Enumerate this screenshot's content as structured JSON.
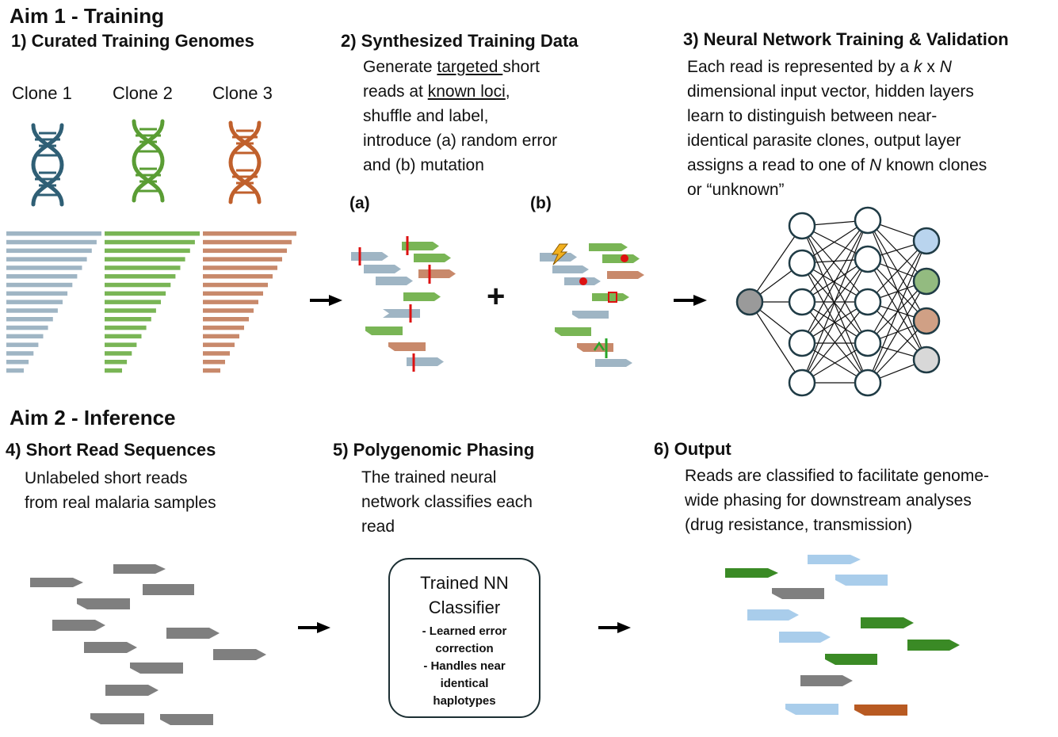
{
  "aim1": {
    "title": "Aim 1 - Training",
    "s1": {
      "title": "1) Curated Training Genomes",
      "clones": [
        "Clone 1",
        "Clone 2",
        "Clone 3"
      ]
    },
    "s2": {
      "title": "2) Synthesized Training Data",
      "line1_a": "Generate ",
      "line1_u": "targeted ",
      "line1_b": "short",
      "line2_a": "reads at ",
      "line2_u": "known loci",
      "line2_b": ",",
      "line3": "shuffle and label,",
      "line4": "introduce (a) random error",
      "line5": "and (b) mutation",
      "label_a": "(a)",
      "label_b": "(b)",
      "plus": "+"
    },
    "s3": {
      "title": "3) Neural Network Training & Validation",
      "line1_a": "Each read is represented by a ",
      "line1_k": "k",
      "line1_x": " x ",
      "line1_n": "N",
      "line2": "dimensional input vector, hidden layers",
      "line3": "learn to distinguish between near-",
      "line4": "identical parasite clones, output layer",
      "line5_a": "assigns a read to one of ",
      "line5_n": "N",
      "line5_b": " known clones",
      "line6": "or “unknown”"
    }
  },
  "aim2": {
    "title": "Aim 2 - Inference",
    "s4": {
      "title": "4) Short Read Sequences",
      "line1": "Unlabeled short reads",
      "line2": "from real malaria samples"
    },
    "s5": {
      "title": "5) Polygenomic Phasing",
      "line1": "The trained neural",
      "line2": "network classifies each",
      "line3": "read",
      "box_title1": "Trained NN",
      "box_title2": "Classifier",
      "box_b1": "- Learned error",
      "box_b2": "correction",
      "box_b3": "- Handles near",
      "box_b4": "identical",
      "box_b5": "haplotypes"
    },
    "s6": {
      "title": "6) Output",
      "line1": "Reads are classified to facilitate genome-",
      "line2": "wide phasing for downstream analyses",
      "line3": "(drug resistance, transmission)"
    }
  },
  "colors": {
    "clone1": "#2f5f75",
    "clone1_bar": "#9fb5c4",
    "clone2": "#5a9d34",
    "clone2_bar": "#79b555",
    "clone3": "#c0602c",
    "clone3_bar": "#c8896b",
    "read_gray": "#7f7f7f",
    "out_green": "#3a8a25",
    "out_blue": "#a9cdeb",
    "out_brown": "#b85a22",
    "error_red": "#dd1111",
    "node_gray": "#9a9a9a",
    "node_blue": "#b9d4ee",
    "node_green": "#93bb80",
    "node_brown": "#d0a085",
    "node_light": "#d8d8d8"
  }
}
